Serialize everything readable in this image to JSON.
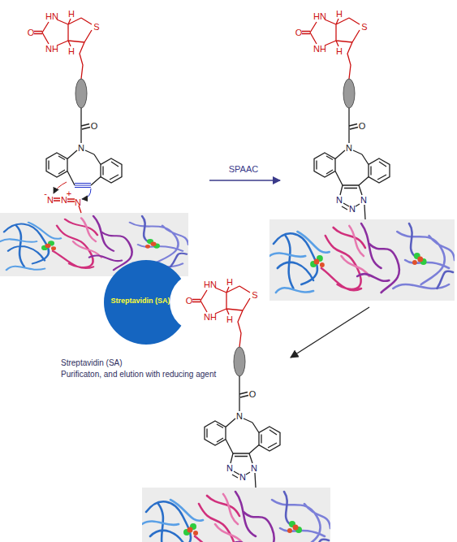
{
  "diagram": {
    "nodes": [
      {
        "text": [
          "Streptavidin (SA)"
        ]
      }
    ],
    "labels": [
      "O",
      "HN",
      "NH",
      "H",
      "H",
      "S",
      "O",
      "N",
      "N",
      "N",
      "N",
      "-",
      "+",
      "SPAAC",
      "O",
      "HN",
      "NH",
      "H",
      "H",
      "S",
      "O",
      "N",
      "N",
      "N",
      "N",
      "Streptavidin (SA)",
      "Purificaton, and elution with reducing agent",
      "O",
      "HN",
      "NH",
      "H",
      "H",
      "S",
      "O",
      "N",
      "N",
      "N",
      "N"
    ]
  }
}
